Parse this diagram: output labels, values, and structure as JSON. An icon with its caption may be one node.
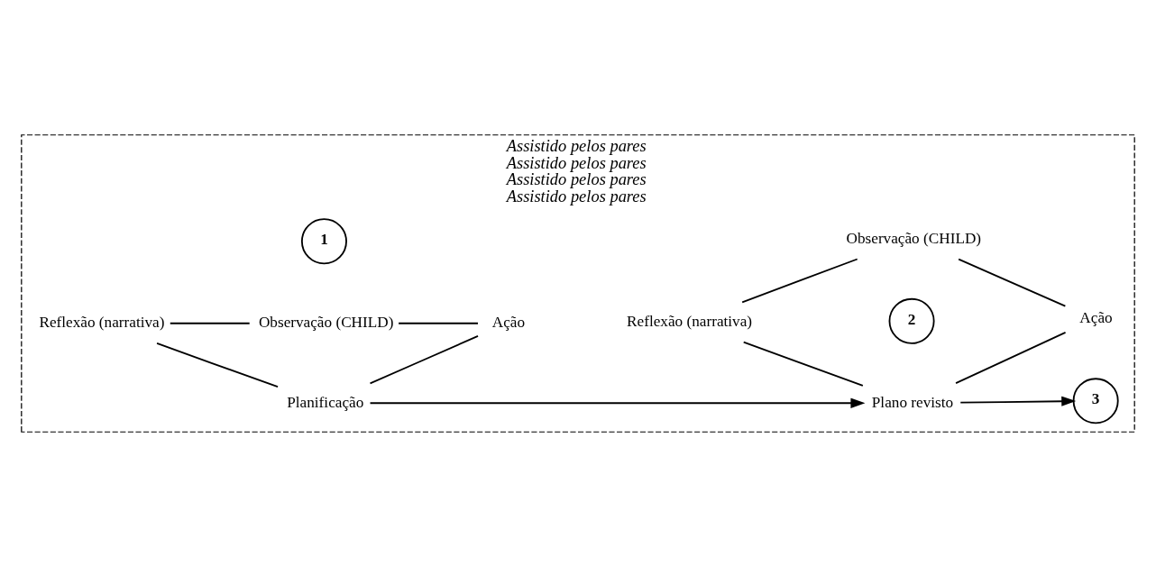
{
  "diagram": {
    "nodes": [
      {
        "text": [
          "Assistido pelos pares",
          "Assistido pelos pares",
          "Assistido pelos pares",
          "Assistido pelos pares"
        ]
      },
      {
        "text": [
          "Planificação"
        ],
        "in": 0
      },
      {
        "text": [
          "Ação"
        ],
        "in": 0
      },
      {
        "text": [
          "Observação (CHILD)"
        ],
        "in": 0
      },
      {
        "text": [
          "Reflexão (narrativa)"
        ],
        "in": 0
      },
      {
        "text": [
          "1"
        ],
        "in": 0
      },
      {
        "text": [
          "Plano revisto"
        ],
        "in": 0
      },
      {
        "text": [
          "Ação"
        ],
        "in": 0
      },
      {
        "text": [
          "Observação (CHILD)"
        ],
        "in": 0
      },
      {
        "text": [
          "Reflexão (narrativa)"
        ],
        "in": 0
      },
      {
        "text": [
          "2"
        ],
        "in": 0
      },
      {
        "text": [
          "3"
        ],
        "in": 0
      }
    ],
    "edges": [
      {
        "from": 4,
        "to": 1,
        "arrow": "none"
      },
      {
        "from": 1,
        "to": 2,
        "arrow": "none"
      },
      {
        "from": 4,
        "to": 3,
        "arrow": "none"
      },
      {
        "from": 3,
        "to": 2,
        "arrow": "none"
      },
      {
        "from": 1,
        "to": 6,
        "arrow": "to"
      },
      {
        "from": 9,
        "to": 6,
        "arrow": "none"
      },
      {
        "from": 6,
        "to": 7,
        "arrow": "none"
      },
      {
        "from": 9,
        "to": 8,
        "arrow": "none"
      },
      {
        "from": 8,
        "to": 7,
        "arrow": "none"
      },
      {
        "from": 6,
        "to": 11,
        "arrow": "to"
      }
    ]
  }
}
